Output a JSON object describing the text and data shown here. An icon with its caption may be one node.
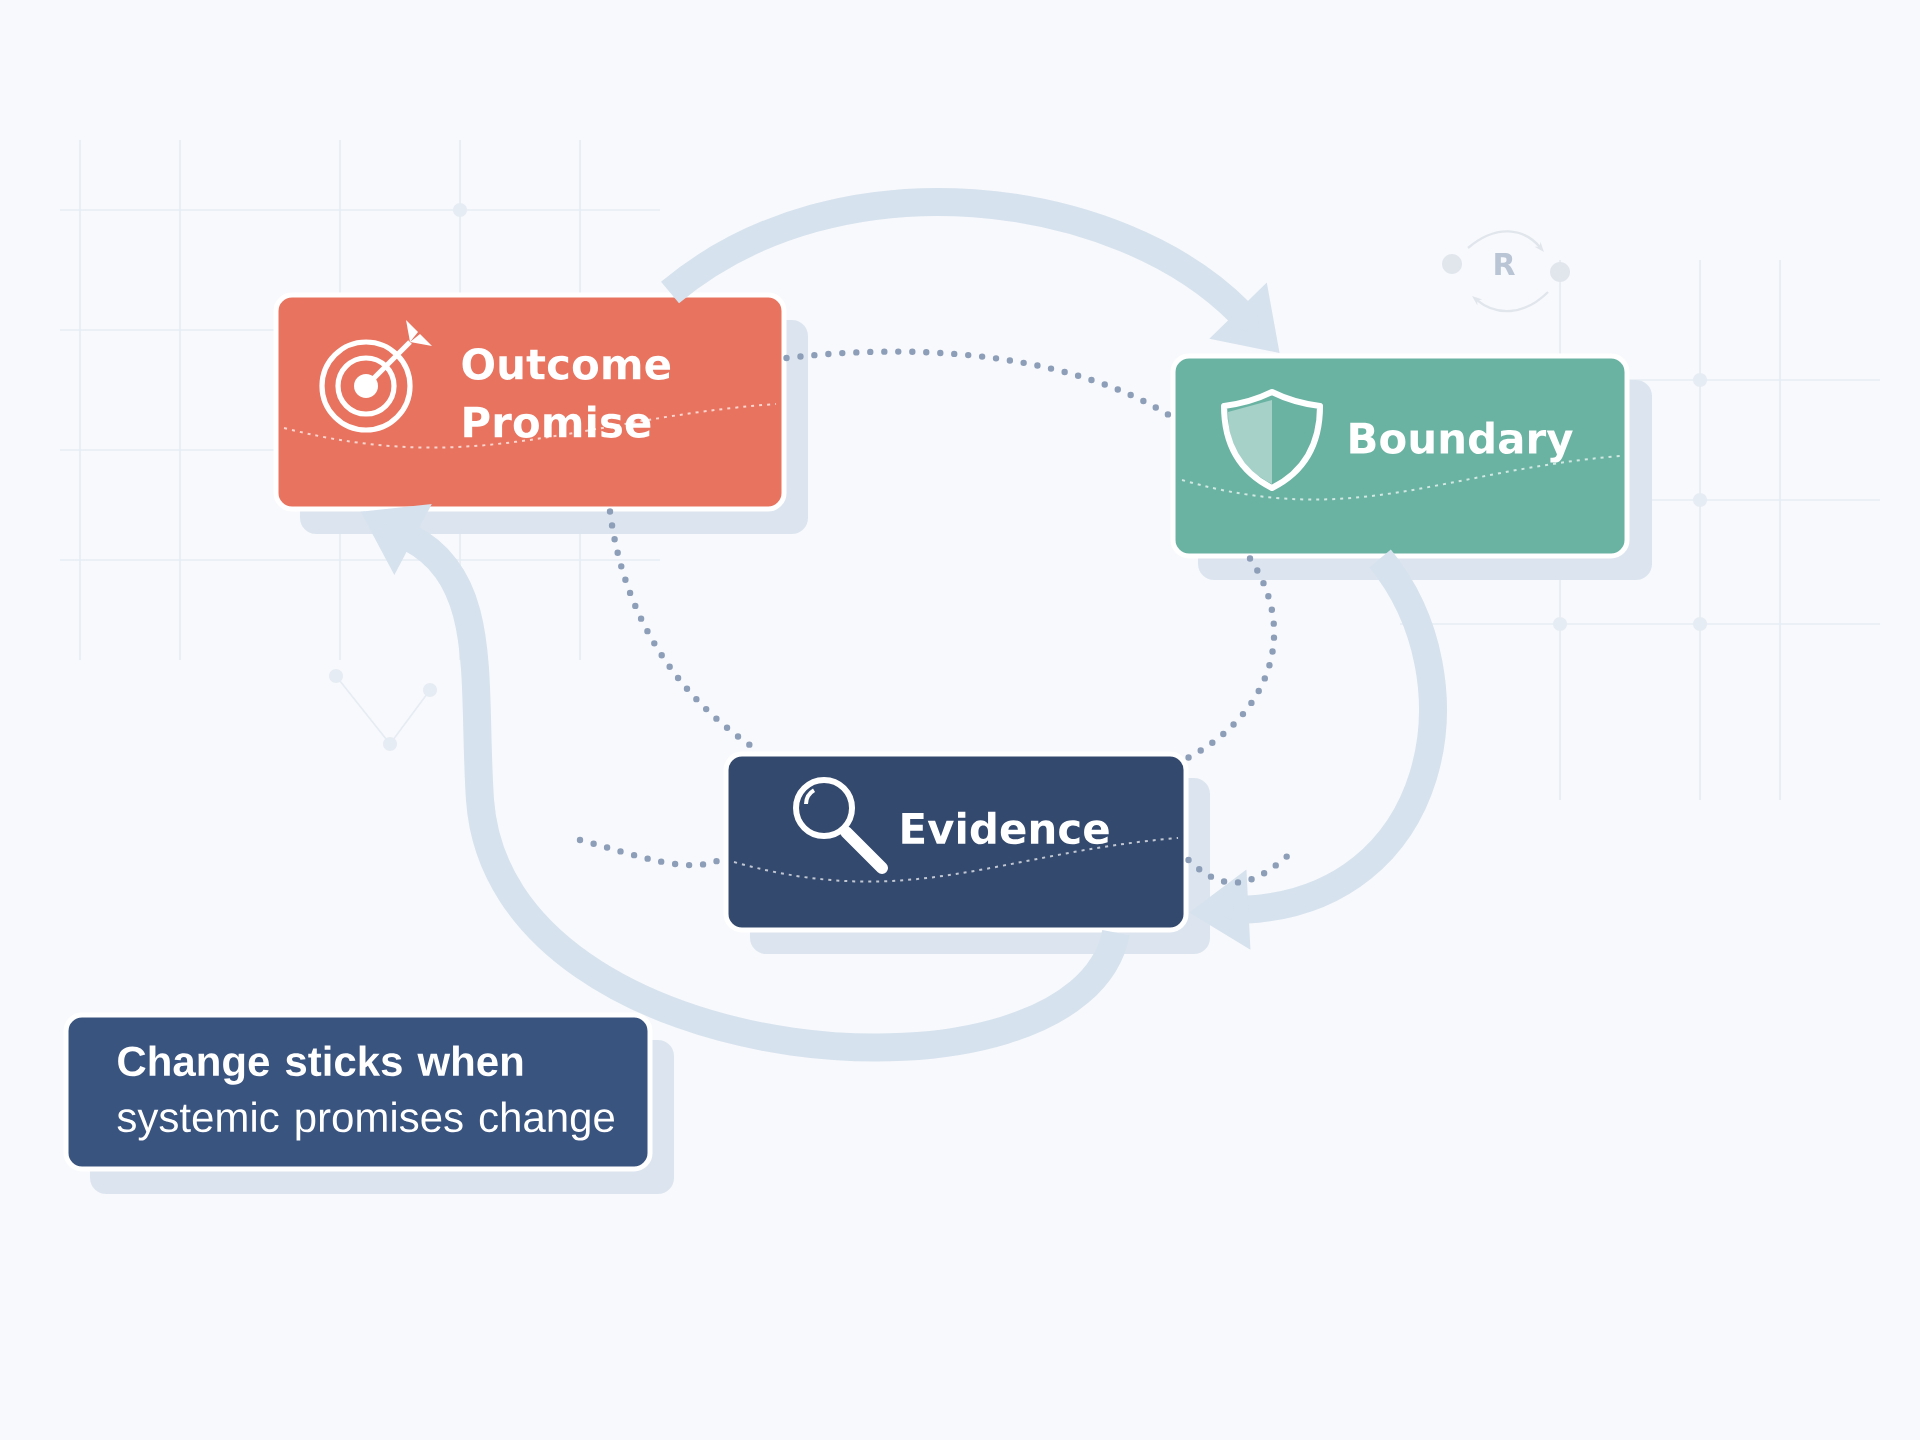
{
  "diagram": {
    "nodes": [
      {
        "text": [
          "Outcome Promise"
        ]
      },
      {
        "text": [
          "Boundary"
        ]
      },
      {
        "text": [
          "Evidence"
        ]
      },
      {
        "text": [
          "**Change sticks when** systemic promises change"
        ]
      }
    ],
    "edges": [
      {
        "from": 0,
        "to": 1,
        "arrow": "to",
        "style": "thick",
        "color": "#d6e2ee"
      },
      {
        "from": 1,
        "to": 2,
        "arrow": "to",
        "style": "thick",
        "color": "#d6e2ee"
      },
      {
        "from": 2,
        "to": 0,
        "arrow": "to",
        "style": "thick",
        "color": "#d6e2ee"
      },
      {
        "from": 0,
        "to": 1,
        "arrow": "none",
        "style": "dashed"
      },
      {
        "from": 0,
        "to": 2,
        "arrow": "none",
        "style": "dashed"
      },
      {
        "from": 1,
        "to": 2,
        "arrow": "none",
        "style": "dashed"
      },
      {
        "from": null,
        "to": 2,
        "arrow": "none",
        "style": "dashed"
      },
      {
        "from": 2,
        "to": null,
        "arrow": "none",
        "style": "dashed"
      }
    ],
    "labels": [
      "R"
    ]
  }
}
